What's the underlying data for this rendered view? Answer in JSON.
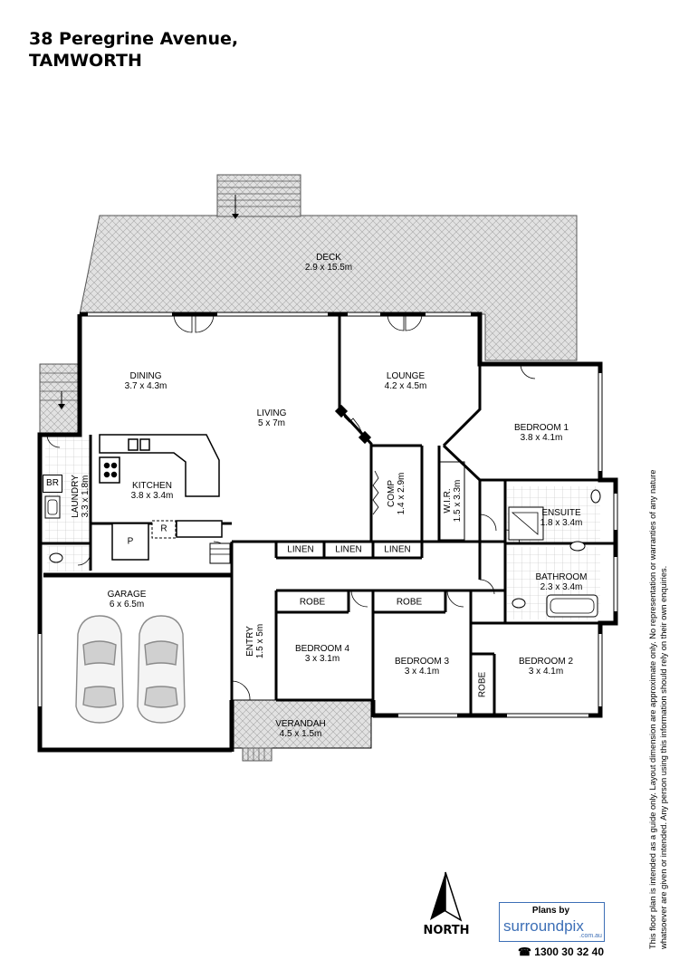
{
  "header": {
    "line1": "38 Peregrine Avenue,",
    "line2": "TAMWORTH"
  },
  "rooms": {
    "deck": {
      "name": "DECK",
      "dims": "2.9 x 15.5m"
    },
    "dining": {
      "name": "DINING",
      "dims": "3.7 x 4.3m"
    },
    "living": {
      "name": "LIVING",
      "dims": "5 x 7m"
    },
    "lounge": {
      "name": "LOUNGE",
      "dims": "4.2 x 4.5m"
    },
    "bedroom1": {
      "name": "BEDROOM 1",
      "dims": "3.8 x 4.1m"
    },
    "kitchen": {
      "name": "KITCHEN",
      "dims": "3.8 x 3.4m"
    },
    "laundry": {
      "name": "LAUNDRY",
      "dims": "3.3 x 1.8m"
    },
    "comp": {
      "name": "COMP",
      "dims": "1.4 x 2.9m"
    },
    "wir": {
      "name": "W.I.R.",
      "dims": "1.5 x 3.3m"
    },
    "ensuite": {
      "name": "ENSUITE",
      "dims": "1.8 x 3.4m"
    },
    "bathroom": {
      "name": "BATHROOM",
      "dims": "2.3 x 3.4m"
    },
    "garage": {
      "name": "GARAGE",
      "dims": "6 x 6.5m"
    },
    "entry": {
      "name": "ENTRY",
      "dims": "1.5 x 5m"
    },
    "bedroom4": {
      "name": "BEDROOM 4",
      "dims": "3 x 3.1m"
    },
    "bedroom3": {
      "name": "BEDROOM 3",
      "dims": "3 x 4.1m"
    },
    "bedroom2": {
      "name": "BEDROOM 2",
      "dims": "3 x 4.1m"
    },
    "verandah": {
      "name": "VERANDAH",
      "dims": "4.5 x 1.5m"
    }
  },
  "small_labels": {
    "br": "BR",
    "pantry": "P",
    "fridge": "R",
    "linen": "LINEN",
    "robe": "ROBE"
  },
  "compass": {
    "label": "NORTH"
  },
  "branding": {
    "plans_by": "Plans by",
    "name": "surroundpix",
    "domain": ".com.au",
    "phone": "1300 30 32 40",
    "accent_color": "#3d6fb6"
  },
  "disclaimer": "This floor plan is intended as a guide only. Layout dimension are approximate only. No representation or warranties of any nature whatsoever are given or intended. Any person using this information should rely on their own enquiries.",
  "colors": {
    "wall": "#000000",
    "deck_fill": "#d9d9d9",
    "hatch": "#9a9a9a"
  }
}
